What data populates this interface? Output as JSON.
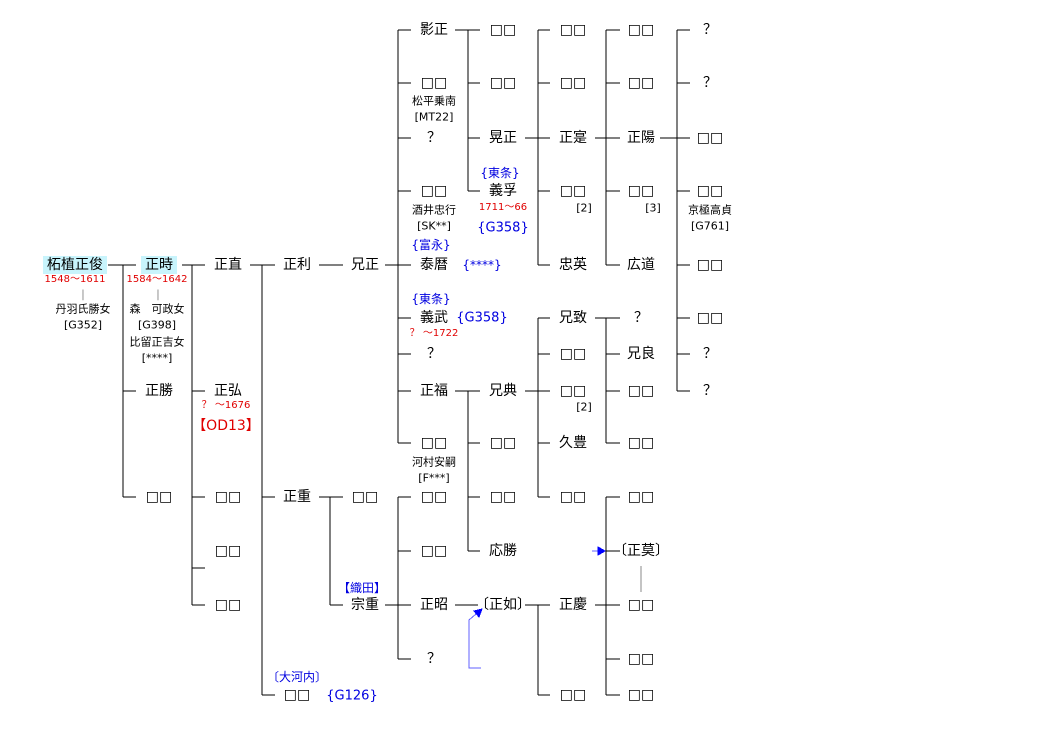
{
  "colors": {
    "highlight": "#c8f4fc",
    "years": "#e00000",
    "clan": "#0000e0",
    "arrow": "#0000ff"
  },
  "c0": {
    "name": "柘植正俊",
    "years": "1548〜1611",
    "bar": "|",
    "wife": "丹羽氏勝女",
    "wife_ref": "[G352]"
  },
  "c1": {
    "name": "正時",
    "years": "1584〜1642",
    "bar": "|",
    "wife1": "森　可政女",
    "wife1_ref": "[G398]",
    "wife2": "比留正吉女",
    "wife2_ref": "[****]",
    "masakatsu": "正勝",
    "unk": "□□"
  },
  "c2": {
    "masanao": "正直",
    "masahiro": "正弘",
    "masahiro_years": "？ 〜1676",
    "masahiro_ref": "【OD13】",
    "unk1": "□□",
    "unk2": "□□",
    "unk3": "□□"
  },
  "c3": {
    "masatoshi": "正利",
    "masashige": "正重",
    "clan": "〔大河内〕",
    "unk": "□□",
    "ref": "{G126}"
  },
  "c4": {
    "name": "兄正",
    "unk": "□□",
    "clan": "【織田】",
    "muneshige": "宗重"
  },
  "c5": {
    "kagemasa": "影正",
    "unk1": "□□",
    "unk1_note": "松平乗南",
    "unk1_ref": "[MT22]",
    "q1": "？",
    "unk2": "□□",
    "unk2_note": "酒井忠行",
    "unk2_ref": "[SK**]",
    "clan1": "{富永}",
    "yasureki": "泰暦",
    "yasureki_ref": "{****}",
    "clan2": "{東条}",
    "yoshitake": "義武",
    "yoshitake_ref": "{G358}",
    "yoshitake_years": "？ 〜1722",
    "q2": "？",
    "masafuku": "正福",
    "unk3": "□□",
    "unk3_note": "河村安嗣",
    "unk3_ref": "[F***]",
    "unk4": "□□",
    "unk5": "□□",
    "masaaki": "正昭",
    "q3": "？"
  },
  "c6": {
    "unk1": "□□",
    "unk2": "□□",
    "akimasa": "晃正",
    "clan": "{東条}",
    "yoshifu": "義孚",
    "yoshifu_years": "1711〜66",
    "yoshifu_ref": "{G358}",
    "kenten": "兄典",
    "unk3": "□□",
    "unk4": "□□",
    "okatsu": "応勝",
    "masayuki": "〔正如〕"
  },
  "c7": {
    "unk1": "□□",
    "unk2": "□□",
    "masazane": "正寔",
    "unk3": "□□",
    "unk3_note": "[2]",
    "tadahide": "忠英",
    "kenchi": "兄致",
    "unk4": "□□",
    "unk5": "□□",
    "unk5_note": "[2]",
    "hisatoyo": "久豊",
    "unk6": "□□",
    "masayoshi": "正慶",
    "unk7": "□□"
  },
  "c8": {
    "unk1": "□□",
    "unk2": "□□",
    "masaharu": "正陽",
    "unk3": "□□",
    "unk3_note": "[3]",
    "hiromichi": "広道",
    "q1": "？",
    "kenryo": "兄良",
    "unk4": "□□",
    "unk5": "□□",
    "unk6": "□□",
    "masabaku": "〔正莫〕",
    "unk7": "□□",
    "unk8": "□□",
    "unk9": "□□"
  },
  "c9": {
    "q1": "？",
    "q2": "？",
    "unk1": "□□",
    "unk2": "□□",
    "unk2_note": "京極高貞",
    "unk2_ref": "[G761]",
    "unk3": "□□",
    "unk4": "□□",
    "q3": "？",
    "q4": "？"
  }
}
